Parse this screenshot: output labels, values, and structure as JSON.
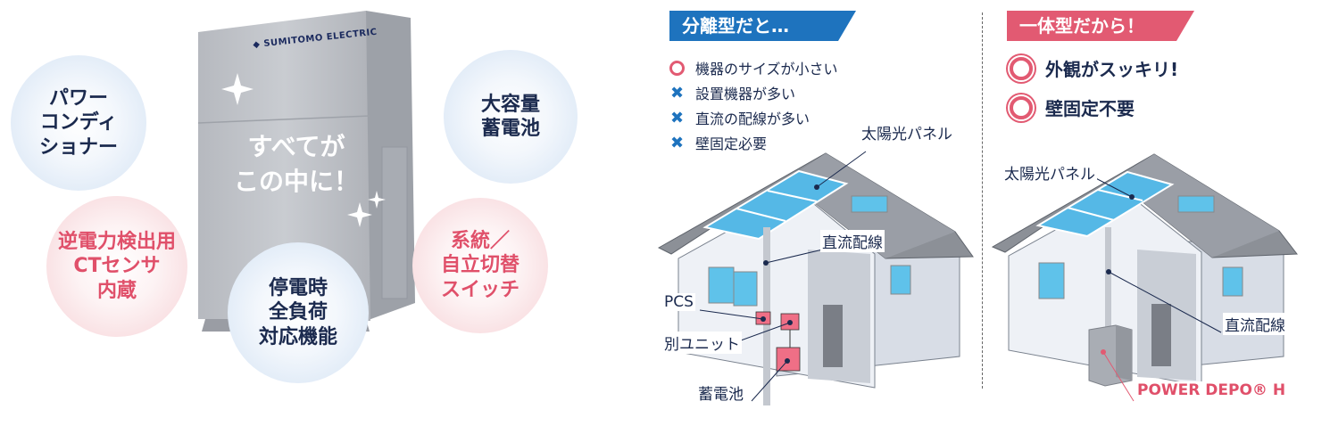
{
  "product": {
    "brand": "SUMITOMO ELECTRIC",
    "center_text": "すべてが\nこの中に！"
  },
  "bubbles": {
    "power_conditioner": "パワー\nコンディ\nショナー",
    "battery": "大容量\n蓄電池",
    "ct_sensor": "逆電力検出用\nCTセンサ\n内蔵",
    "switch": "系統／\n自立切替\nスイッチ",
    "outage": "停電時\n全負荷\n対応機能"
  },
  "separate": {
    "title": "分離型だと…",
    "items": [
      {
        "mark": "circle",
        "text": "機器のサイズが小さい"
      },
      {
        "mark": "cross",
        "text": "設置機器が多い"
      },
      {
        "mark": "cross",
        "text": "直流の配線が多い"
      },
      {
        "mark": "cross",
        "text": "壁固定必要"
      }
    ],
    "labels": {
      "solar": "太陽光パネル",
      "dc": "直流配線",
      "pcs": "PCS",
      "unit": "別ユニット",
      "battery": "蓄電池"
    }
  },
  "integrated": {
    "title": "一体型だから！",
    "items": [
      {
        "mark": "circle",
        "text": "外観がスッキリ!"
      },
      {
        "mark": "circle",
        "text": "壁固定不要"
      }
    ],
    "labels": {
      "solar": "太陽光パネル",
      "dc": "直流配線",
      "product": "POWER DEPO® H"
    }
  },
  "colors": {
    "navy": "#1b2a4e",
    "pink": "#e0506a",
    "blue_tag": "#1e73be",
    "pink_tag": "#e25a72"
  }
}
